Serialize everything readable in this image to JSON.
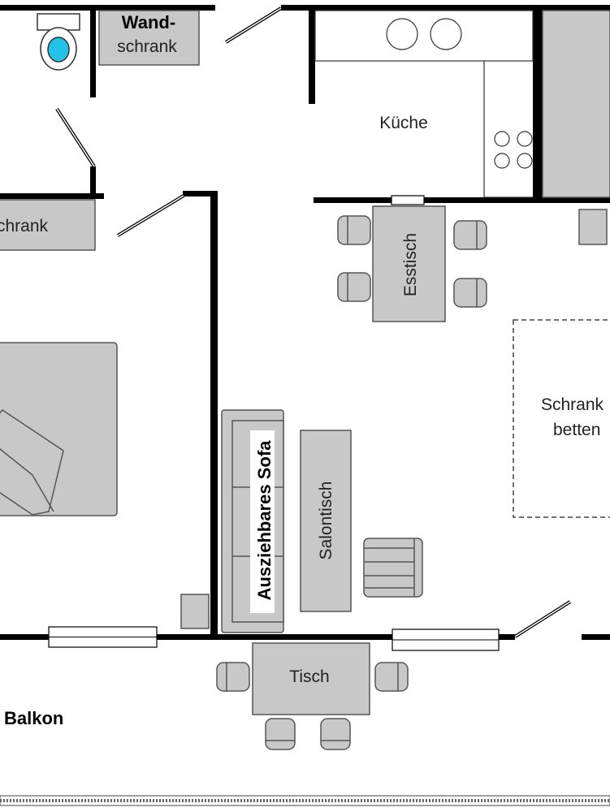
{
  "labels": {
    "wand_line1": "Wand-",
    "wand_line2": "schrank",
    "kueche": "Küche",
    "schrank_left": "chrank",
    "esstisch": "Esstisch",
    "schrankbetten_line1": "Schrank",
    "schrankbetten_line2": "betten",
    "sofa": "Ausziehbares Sofa",
    "salontisch": "Salontisch",
    "tisch": "Tisch",
    "balkon": "Balkon"
  },
  "colors": {
    "wall": "#000000",
    "furniture": "#c8c8c8",
    "furniture_stroke": "#555555",
    "toilet_water": "#22c3e6",
    "background": "#ffffff"
  }
}
